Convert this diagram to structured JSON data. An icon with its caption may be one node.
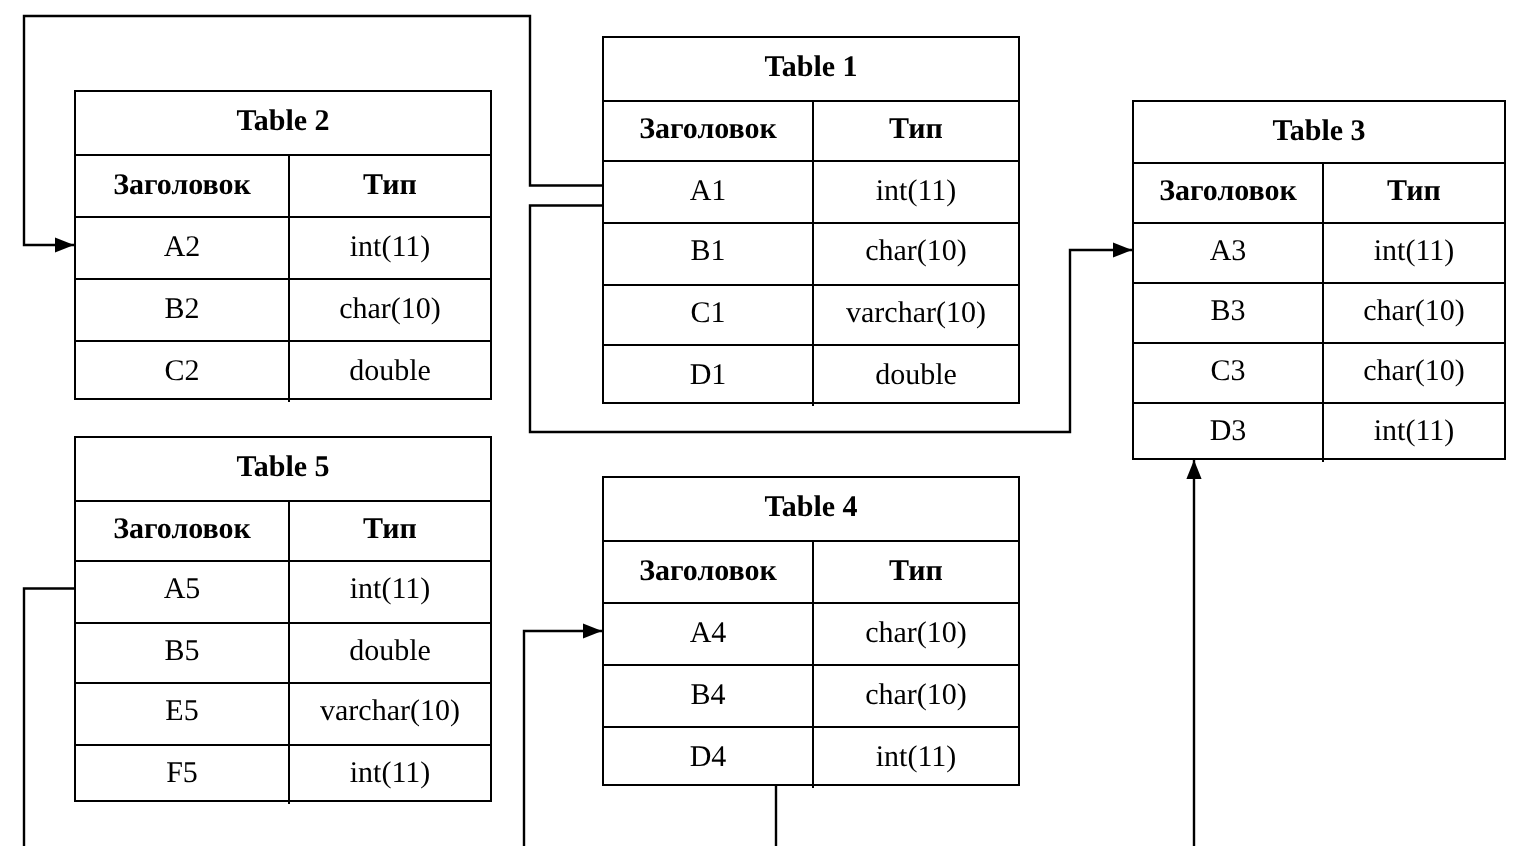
{
  "diagram": {
    "nodes": [
      {
        "text": [
          "Table 2"
        ]
      },
      {
        "text": [
          "Заголовок",
          "Тип"
        ],
        "in": 0
      },
      {
        "text": [
          "A2",
          "int(11)"
        ],
        "in": 0
      },
      {
        "text": [
          "B2",
          "char(10)"
        ],
        "in": 0
      },
      {
        "text": [
          "C2",
          "double"
        ],
        "in": 0
      },
      {
        "text": [
          "Table 1"
        ]
      },
      {
        "text": [
          "Заголовок",
          "Тип"
        ],
        "in": 5
      },
      {
        "text": [
          "A1",
          "int(11)"
        ],
        "in": 5
      },
      {
        "text": [
          "B1",
          "char(10)"
        ],
        "in": 5
      },
      {
        "text": [
          "C1",
          "varchar(10)"
        ],
        "in": 5
      },
      {
        "text": [
          "D1",
          "double"
        ],
        "in": 5
      },
      {
        "text": [
          "Table 3"
        ]
      },
      {
        "text": [
          "Заголовок",
          "Тип"
        ],
        "in": 11
      },
      {
        "text": [
          "A3",
          "int(11)"
        ],
        "in": 11
      },
      {
        "text": [
          "B3",
          "char(10)"
        ],
        "in": 11
      },
      {
        "text": [
          "C3",
          "char(10)"
        ],
        "in": 11
      },
      {
        "text": [
          "D3",
          "int(11)"
        ],
        "in": 11
      },
      {
        "text": [
          "Table 5"
        ]
      },
      {
        "text": [
          "Заголовок",
          "Тип"
        ],
        "in": 17
      },
      {
        "text": [
          "A5",
          "int(11)"
        ],
        "in": 17
      },
      {
        "text": [
          "B5",
          "double"
        ],
        "in": 17
      },
      {
        "text": [
          "E5",
          "varchar(10)"
        ],
        "in": 17
      },
      {
        "text": [
          "F5",
          "int(11)"
        ],
        "in": 17
      },
      {
        "text": [
          "Table 4"
        ]
      },
      {
        "text": [
          "Заголовок",
          "Тип"
        ],
        "in": 23
      },
      {
        "text": [
          "A4",
          "char(10)"
        ],
        "in": 23
      },
      {
        "text": [
          "B4",
          "char(10)"
        ],
        "in": 23
      },
      {
        "text": [
          "D4",
          "int(11)"
        ],
        "in": 23
      }
    ],
    "edges": [
      {
        "from": 7,
        "to": 2,
        "arrow": "to"
      },
      {
        "from": 7,
        "to": 13,
        "arrow": "to"
      },
      {
        "from": 19,
        "to": null,
        "arrow": "none"
      },
      {
        "from": null,
        "to": 25,
        "arrow": "to"
      },
      {
        "from": 27,
        "to": null,
        "arrow": "none"
      },
      {
        "from": null,
        "to": 16,
        "arrow": "to"
      }
    ]
  }
}
